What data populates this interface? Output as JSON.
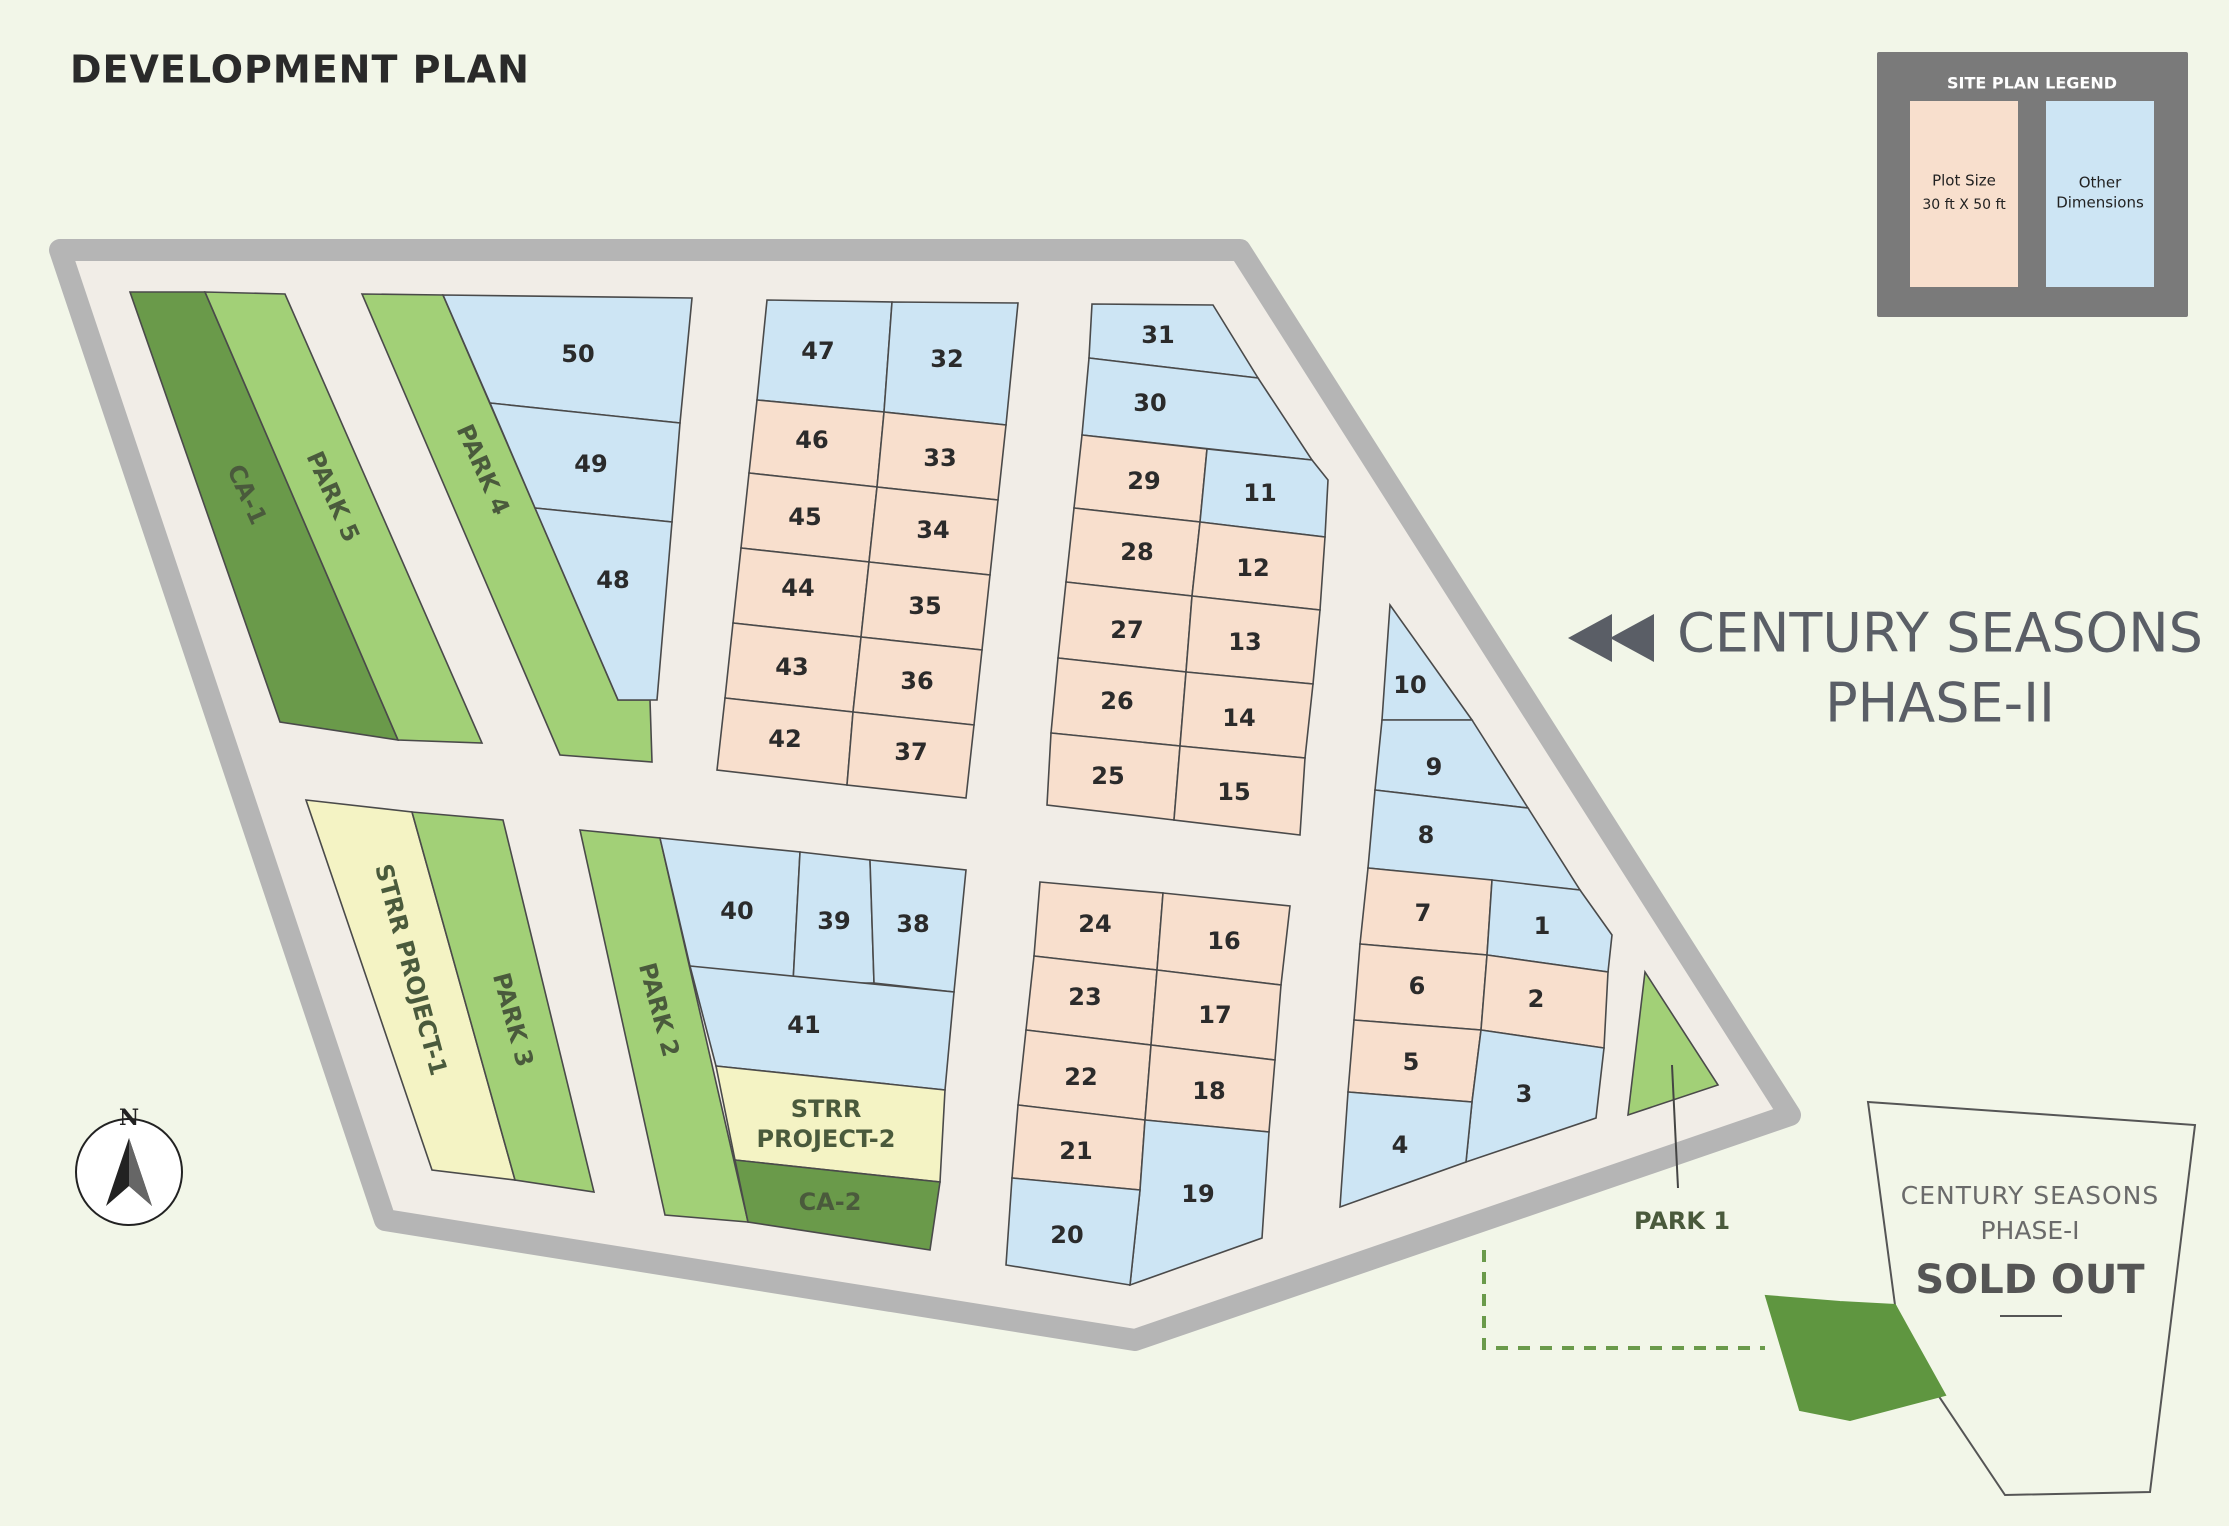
{
  "page": {
    "title": "DEVELOPMENT PLAN"
  },
  "legend": {
    "title": "SITE PLAN LEGEND",
    "plot_size": {
      "line1": "Plot Size",
      "line2": "30 ft X 50 ft"
    },
    "other": {
      "line1": "Other",
      "line2": "Dimensions"
    }
  },
  "phase2": {
    "line1": "CENTURY SEASONS",
    "line2": "PHASE-II"
  },
  "phase1": {
    "line1": "CENTURY SEASONS",
    "line2": "PHASE-I",
    "status": "SOLD OUT"
  },
  "compass": {
    "north": "N"
  },
  "areas": {
    "ca1": "CA-1",
    "park5": "PARK 5",
    "park4": "PARK 4",
    "strr1": "STRR PROJECT-1",
    "park3": "PARK 3",
    "park2": "PARK 2",
    "strr2_line1": "STRR",
    "strr2_line2": "PROJECT-2",
    "ca2": "CA-2",
    "park1": "PARK 1"
  },
  "plots": {
    "p1": "1",
    "p2": "2",
    "p3": "3",
    "p4": "4",
    "p5": "5",
    "p6": "6",
    "p7": "7",
    "p8": "8",
    "p9": "9",
    "p10": "10",
    "p11": "11",
    "p12": "12",
    "p13": "13",
    "p14": "14",
    "p15": "15",
    "p16": "16",
    "p17": "17",
    "p18": "18",
    "p19": "19",
    "p20": "20",
    "p21": "21",
    "p22": "22",
    "p23": "23",
    "p24": "24",
    "p25": "25",
    "p26": "26",
    "p27": "27",
    "p28": "28",
    "p29": "29",
    "p30": "30",
    "p31": "31",
    "p32": "32",
    "p33": "33",
    "p34": "34",
    "p35": "35",
    "p36": "36",
    "p37": "37",
    "p38": "38",
    "p39": "39",
    "p40": "40",
    "p41": "41",
    "p42": "42",
    "p43": "43",
    "p44": "44",
    "p45": "45",
    "p46": "46",
    "p47": "47",
    "p48": "48",
    "p49": "49",
    "p50": "50"
  },
  "colors": {
    "background": "#f2f6e8",
    "plot_30x50": "#f8dfcd",
    "plot_other": "#cde5f4",
    "park": "#a2d077",
    "common_area": "#6a9a4a",
    "strr": "#f4f3c4",
    "road": "#f1ede7",
    "boundary": "#b5b5b5",
    "legend_panel": "#7a7a7a"
  }
}
